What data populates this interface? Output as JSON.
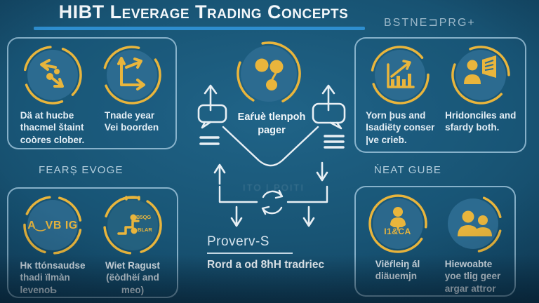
{
  "header": {
    "title": "HIBT Leverage Trading Concepts",
    "right_text": "BSTNE⊐PRG+"
  },
  "section_labels": {
    "bottom_left": "FEARȘ EVOGE",
    "bottom_right": "ṄEAT GUBE"
  },
  "panels": {
    "top_left": {
      "item1_caption": "Dä at hucbe\nthacmel štaint\ncoòres clober.",
      "item2_caption": "Tnade year\nVei boorden"
    },
    "top_right": {
      "item1_caption": "Yorn þus and\nIsadiëty conser\n|ve crieb.",
      "item2_caption": "Hridonciles and\nsfardy both."
    },
    "bottom_left": {
      "item1_badge": "A‿VB IG",
      "item1_caption": "Hĸ ttónsaudse\nthadi ïlmàn\nlevenoƄ",
      "item2_badge_top": "B5QG",
      "item2_badge_bottom": "BLAR",
      "item2_caption": "Wiet Ragust\n(ëòdhëí and\nmeo)"
    },
    "bottom_right": {
      "item1_badge": "I1&CA",
      "item1_caption": "Viëŕleiŋ ál\ndiäuemjn",
      "item2_caption": "Hiewoabte\nyoe tlig geer\nargar attror"
    }
  },
  "center": {
    "top_caption": "Eaŕuè tlenpoh\npager",
    "ghost_text": "ITO | POITI",
    "heading": "Proverv-S",
    "subheading": "Rord a od 8hH tradriec"
  },
  "colors": {
    "accent_yellow": "#e9b53c",
    "underline_blue": "#2e8ecf",
    "panel_border": "#a6cae0",
    "icon_circle_fill": "#2c6b90",
    "background": "#185474"
  }
}
